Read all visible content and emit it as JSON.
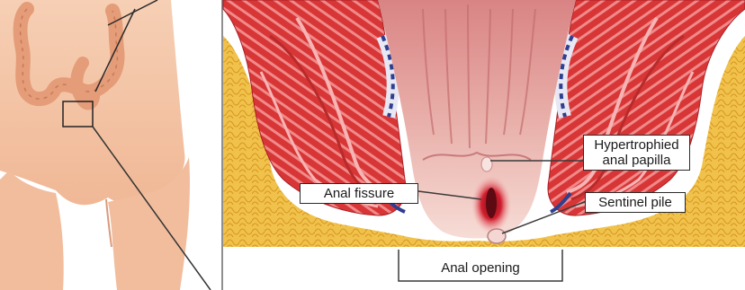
{
  "labels": {
    "hypertrophied_papilla": [
      "Hypertrophied",
      "anal papilla"
    ],
    "anal_fissure": "Anal fissure",
    "sentinel_pile": "Sentinel pile",
    "anal_opening": "Anal opening"
  },
  "colors": {
    "skin": "#f3c2a4",
    "skin_shadow": "#e3a584",
    "colon": "#e9a07e",
    "muscle_red": "#d83a3a",
    "muscle_light": "#f29494",
    "fat_yellow": "#f0c24a",
    "fat_dark": "#d99a25",
    "mucosa_pink": "#e9a7a7",
    "mucosa_light": "#f6d3cf",
    "fissure_red": "#c9182a",
    "vessel_blue": "#2e3f8f",
    "panel_border": "#6b6b6b",
    "leader_line": "#3a3a3a"
  }
}
